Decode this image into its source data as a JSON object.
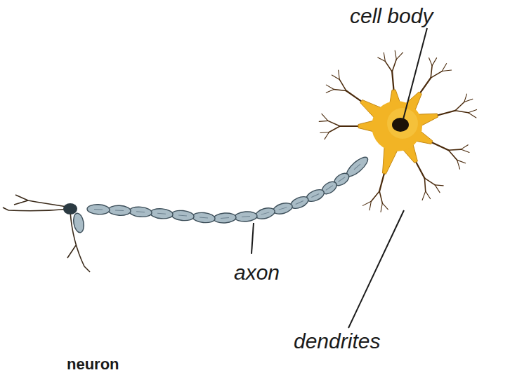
{
  "diagram": {
    "caption": "neuron",
    "labels": [
      "cell body",
      "axon",
      "dendrites"
    ]
  }
}
